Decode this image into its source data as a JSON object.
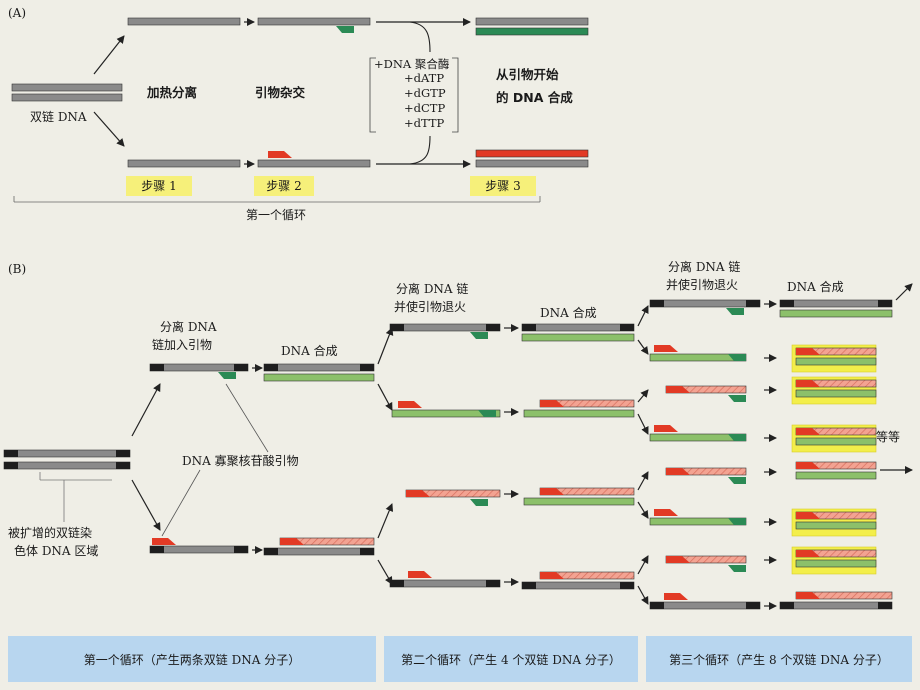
{
  "panel_a": {
    "label": "(A)",
    "dsdna": "双链 DNA",
    "heat": "加热分离",
    "anneal": "引物杂交",
    "reagents": [
      "+DNA 聚合酶",
      "+dATP",
      "+dGTP",
      "+dCTP",
      "+dTTP"
    ],
    "synthesis": [
      "从引物开始",
      "的 DNA 合成"
    ],
    "steps": [
      "步骤 1",
      "步骤 2",
      "步骤 3"
    ],
    "cycle": "第一个循环"
  },
  "panel_b": {
    "label": "(B)",
    "sep_primer": [
      "分离 DNA",
      "链加入引物"
    ],
    "synth": "DNA 合成",
    "sep_anneal": [
      "分离 DNA 链",
      "并使引物退火"
    ],
    "synth2": "DNA 合成",
    "sep_anneal3": [
      "分离 DNA 链",
      "并使引物退火"
    ],
    "synth3": "DNA 合成",
    "oligo": "DNA 寡聚核苷酸引物",
    "region": [
      "被扩增的双链染",
      "色体 DNA 区域"
    ],
    "etc": "等等",
    "cycles": [
      "第一个循环（产生两条双链 DNA 分子）",
      "第二个循环（产生 4 个双链 DNA 分子）",
      "第三个循环（产生 8 个双链 DNA 分子）"
    ]
  },
  "colors": {
    "template": "#8a8a8a",
    "end": "#1e1e1e",
    "primer_red": "#e23a25",
    "primer_green": "#2b8a55",
    "new_green": "#8cc06a",
    "new_pink": "#f3a392",
    "highlight": "#f3ee4a",
    "cycle_bg": "#b8d6ef"
  }
}
